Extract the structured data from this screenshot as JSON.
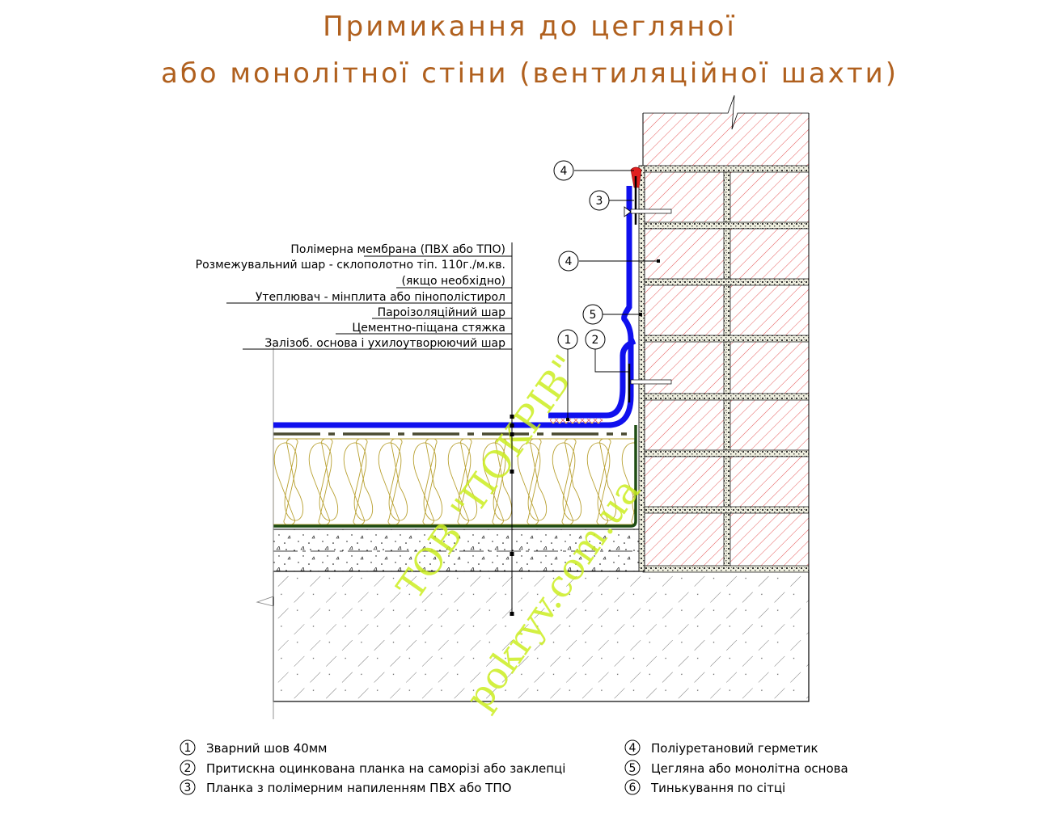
{
  "title": {
    "line1": "Примикання до цегляної",
    "line2": "або монолітної стіни (вентиляційної шахти)"
  },
  "layer_labels": [
    "Полімерна мембрана (ПВХ або ТПО)",
    "Розмежувальний шар - склополотно тіп. 110г./м.кв.",
    "(якщо необхідно)",
    "Утеплювач - мінплита або пінополістирол",
    "Пароізоляційний шар",
    "Цементно-піщана стяжка",
    "Залізоб. основа і ухилоутворюючий шар"
  ],
  "callouts": [
    "4",
    "3",
    "4",
    "5",
    "1",
    "2"
  ],
  "legend": [
    {
      "num": "1",
      "text": "Зварний шов 40мм"
    },
    {
      "num": "2",
      "text": "Притискна оцинкована планка на саморізі або заклепці"
    },
    {
      "num": "3",
      "text": "Планка з полімерним напиленням ПВХ або ТПО"
    },
    {
      "num": "4",
      "text": "Поліуретановий герметик"
    },
    {
      "num": "5",
      "text": "Цегляна або монолітна основа"
    },
    {
      "num": "6",
      "text": "Тинькування по сітці"
    }
  ],
  "watermark": {
    "line1": "ТОВ \"ПОКРІВ\"",
    "line2": "pokryv.com.ua"
  },
  "colors": {
    "title": "#b0601e",
    "membrane": "#1010ee",
    "insulation": "#b8a030",
    "vapour": "#1e4d14",
    "brick_hatch": "#e03030",
    "sealant": "#e02020",
    "watermark": "#ccee22"
  }
}
